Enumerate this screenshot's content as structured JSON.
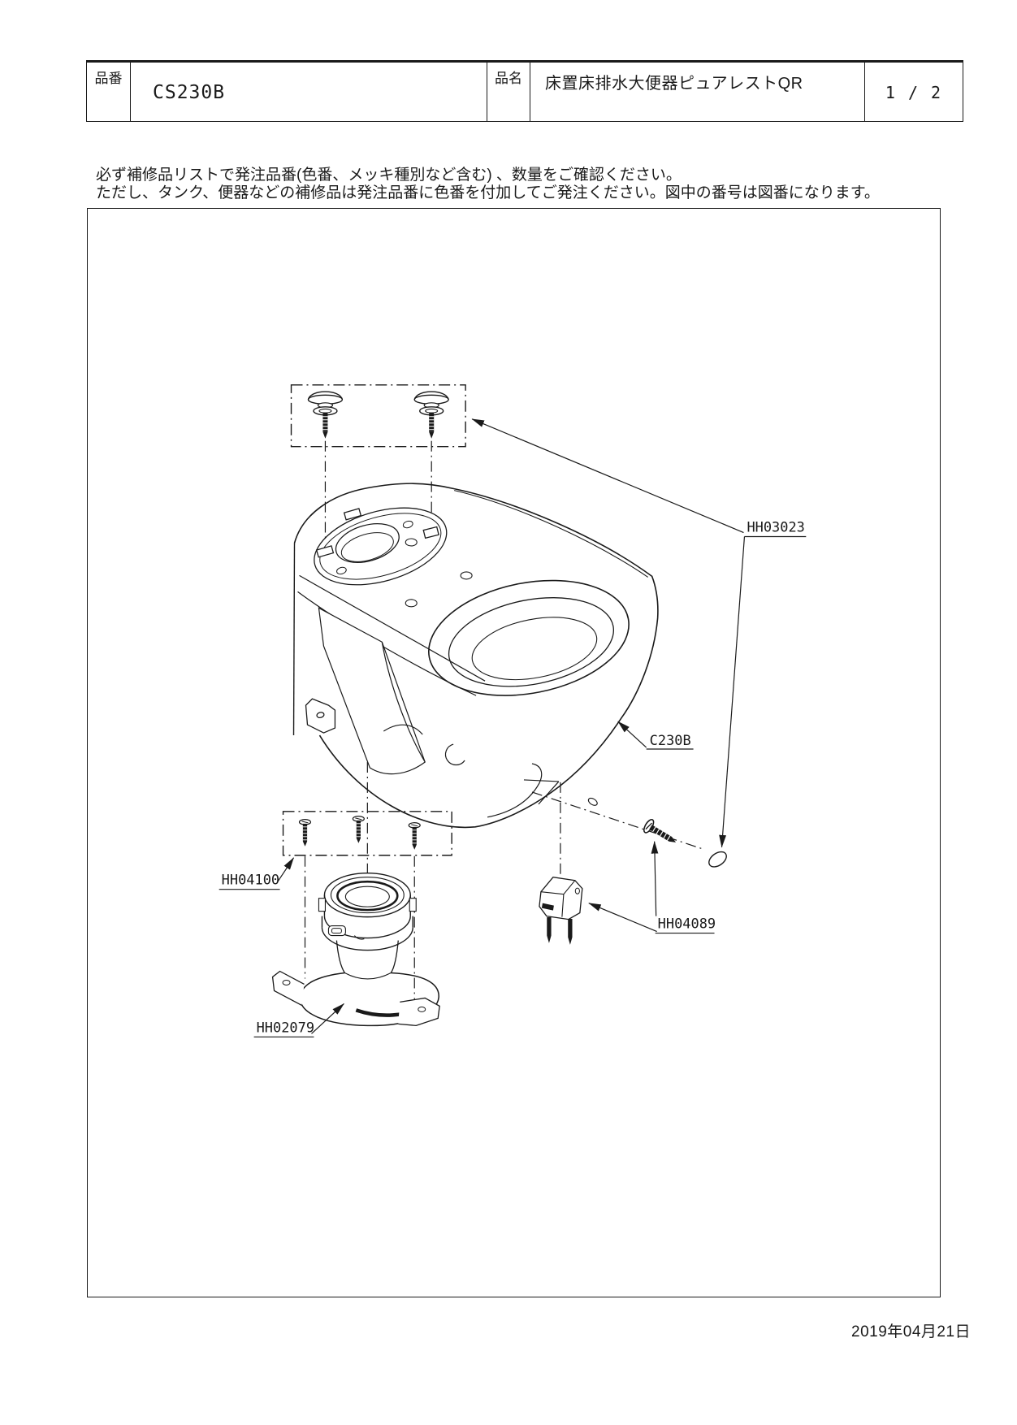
{
  "header": {
    "part_no_label": "品番",
    "part_no": "CS230B",
    "part_name_label": "品名",
    "part_name": "床置床排水大便器ピュアレストQR",
    "page": "1 / 2"
  },
  "notes": {
    "line1": "必ず補修品リストで発注品番(色番、メッキ種別など含む) 、数量をご確認ください。",
    "line2": "ただし、タンク、便器などの補修品は発注品番に色番を付加してご発注ください。図中の番号は図番になります。",
    "diagram_numbers_note": "図中の番号は図番になります"
  },
  "diagram": {
    "labels": {
      "bolt_cap_set": "HH03023",
      "bowl": "C230B",
      "screw_set": "HH04100",
      "fixing_set": "HH04089",
      "socket_flange": "HH02079"
    }
  },
  "footer": {
    "date": "2019年04月21日"
  },
  "colors": {
    "line": "#1a1a1a",
    "background": "#ffffff"
  }
}
